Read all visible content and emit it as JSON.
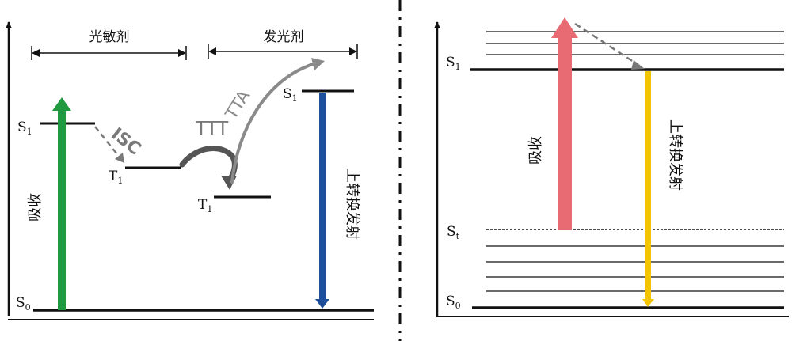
{
  "left_panel": {
    "sensitizer_label": "光敏剂",
    "emitter_label": "发光剂",
    "sens_s1": {
      "main": "S",
      "sub": "1"
    },
    "sens_t1": {
      "main": "T",
      "sub": "1"
    },
    "emit_t1": {
      "main": "T",
      "sub": "1"
    },
    "emit_s1": {
      "main": "S",
      "sub": "1"
    },
    "ground": {
      "main": "S",
      "sub": "0"
    },
    "absorption_label": "吸收",
    "emission_label": "上转换发射",
    "isc_label": "ISC",
    "ttt_label": "TTT",
    "tta_label": "TTA",
    "colors": {
      "absorption": "#1f9a3e",
      "emission": "#1f4e9c",
      "process_gray": "#7a7a7a"
    }
  },
  "right_panel": {
    "s1": {
      "main": "S",
      "sub": "1"
    },
    "st": {
      "main": "S",
      "sub": "t"
    },
    "s0": {
      "main": "S",
      "sub": "0"
    },
    "absorption_label": "吸收",
    "emission_label": "上转换发射",
    "colors": {
      "absorption": "#e86a72",
      "emission": "#f3c400",
      "relax_gray": "#777777"
    }
  }
}
